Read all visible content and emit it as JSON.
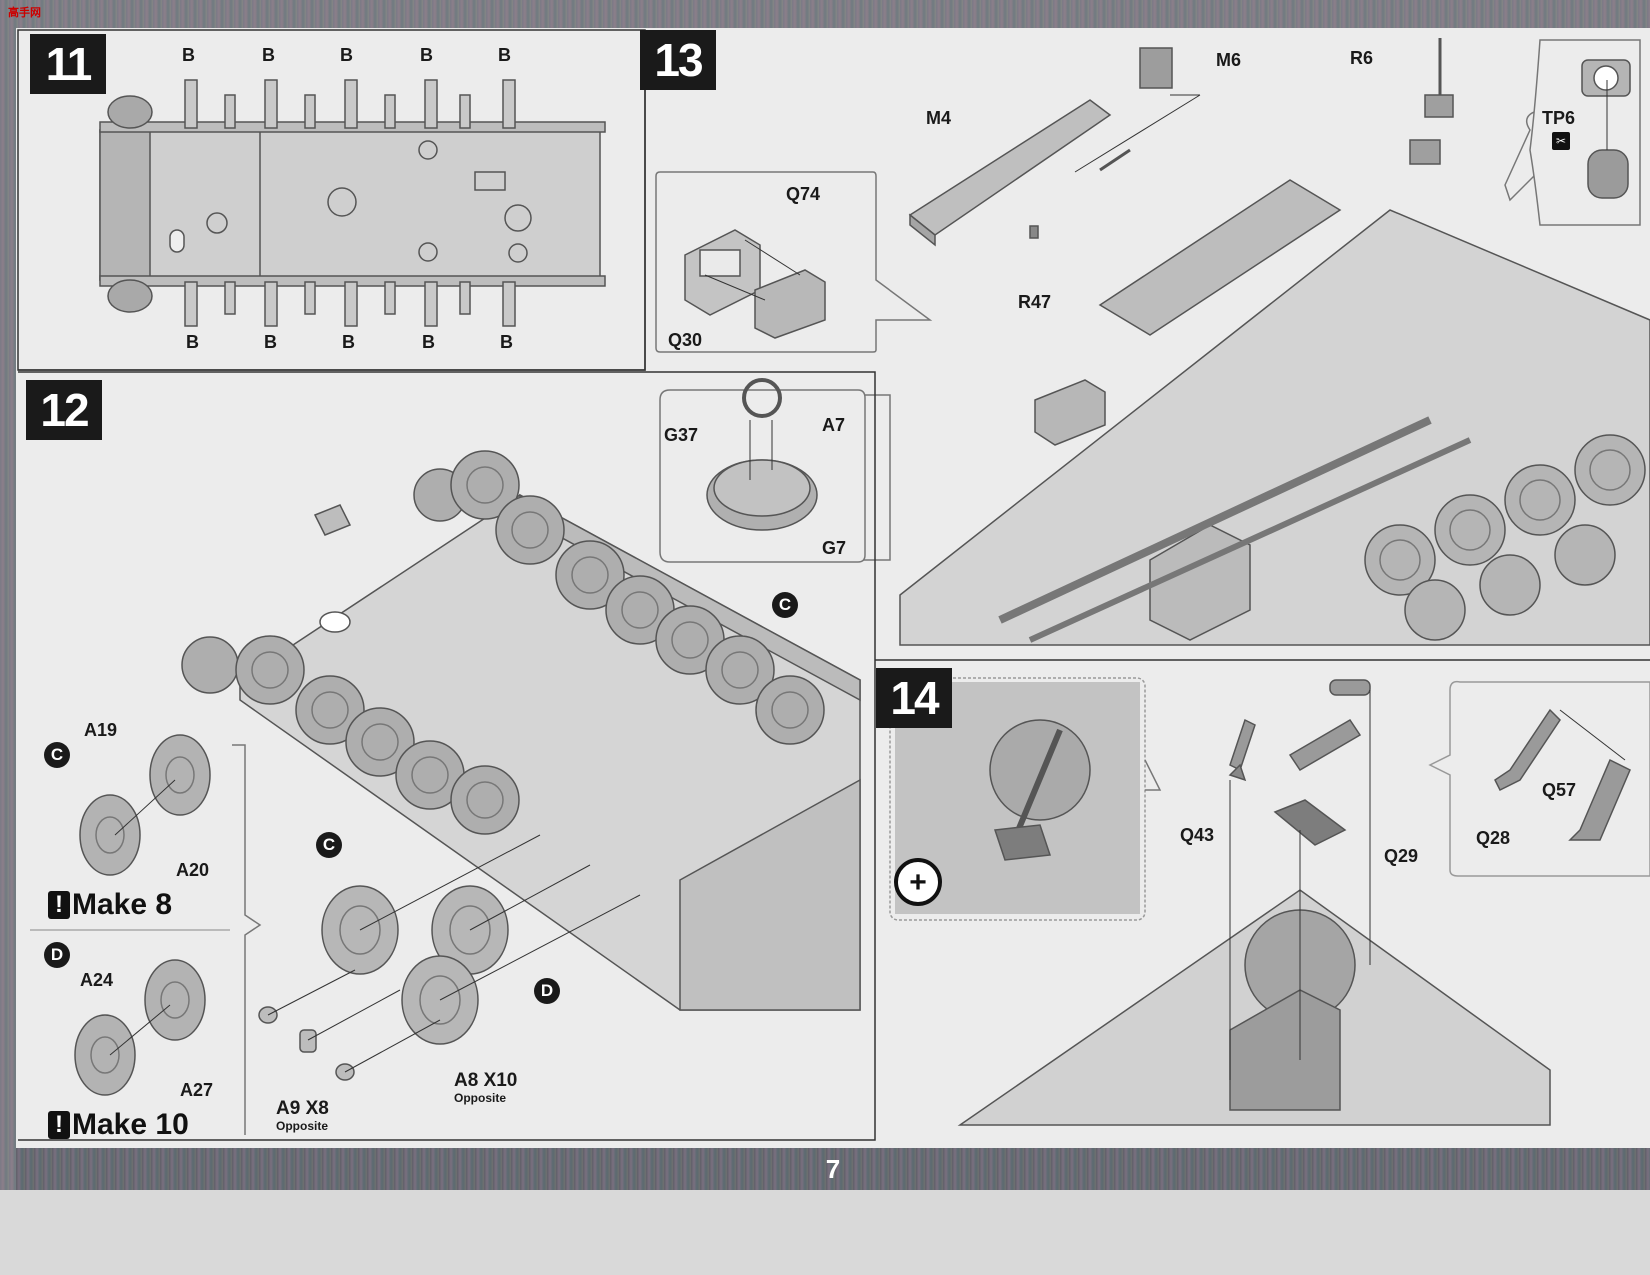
{
  "watermark": "高手网",
  "steps": {
    "s11": {
      "number": "11",
      "top": [
        "B",
        "B",
        "B",
        "B",
        "B"
      ],
      "bottom": [
        "B",
        "B",
        "B",
        "B",
        "B"
      ]
    },
    "s12": {
      "number": "12",
      "labels": {
        "g37": "G37",
        "a7": "A7",
        "g7": "G7",
        "a19": "A19",
        "a20": "A20",
        "a24": "A24",
        "a27": "A27",
        "a8": "A8 X10",
        "a8_note": "Opposite",
        "a9": "A9 X8",
        "a9_note": "Opposite"
      },
      "callouts": [
        "C",
        "C",
        "D",
        "C",
        "D"
      ],
      "notes": {
        "make8": "Make 8",
        "make10": "Make 10"
      }
    },
    "s13": {
      "number": "13",
      "labels": {
        "q74": "Q74",
        "q30": "Q30",
        "m4": "M4",
        "m6": "M6",
        "r6": "R6",
        "r47": "R47",
        "tp6": "TP6"
      }
    },
    "s14": {
      "number": "14",
      "labels": {
        "q43": "Q43",
        "q29": "Q29",
        "q57": "Q57",
        "q28": "Q28"
      }
    }
  },
  "footer": {
    "page_number": "7"
  }
}
